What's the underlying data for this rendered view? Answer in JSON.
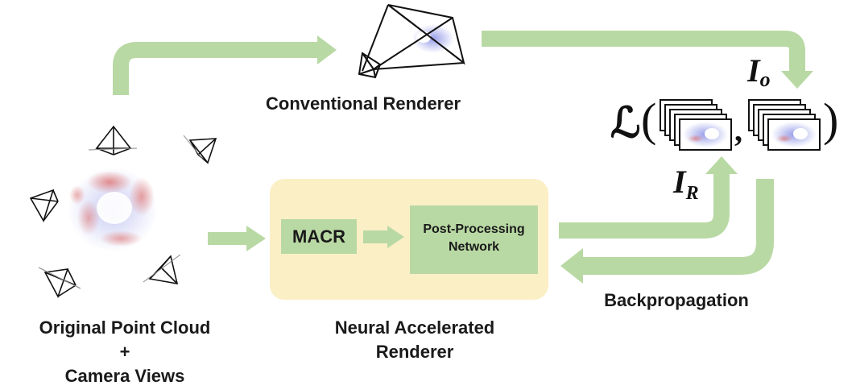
{
  "colors": {
    "arrow": "#b9d9a4",
    "nar_panel": "#fbefc6",
    "module_box": "#b9d9a4",
    "text": "#1a1a1a",
    "pc_red": "#d9534f",
    "pc_blue": "#8d94e6"
  },
  "labels": {
    "conventional": "Conventional Renderer",
    "backprop": "Backpropagation",
    "original_line1": "Original Point Cloud",
    "original_line2": "+",
    "original_line3": "Camera Views",
    "neural_line1": "Neural Accelerated",
    "neural_line2": "Renderer"
  },
  "modules": {
    "macr": "MACR",
    "post_line1": "Post-Processing",
    "post_line2": "Network"
  },
  "loss": {
    "symbol": "ℒ",
    "open": "(",
    "comma": ",",
    "close": ")",
    "io_main": "I",
    "io_sub": "o",
    "ir_main": "I",
    "ir_sub": "R"
  },
  "icons": [
    "camera-frustum-icon",
    "point-cloud-icon",
    "image-stack-icon",
    "arrow-icon"
  ]
}
